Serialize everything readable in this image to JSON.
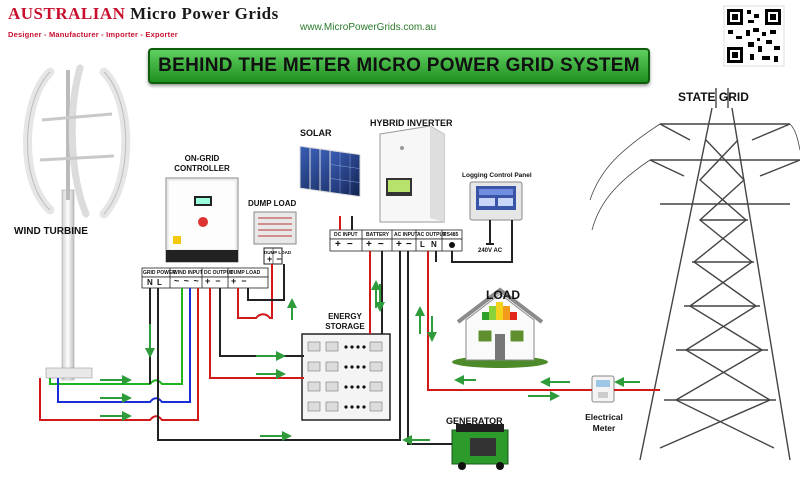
{
  "header": {
    "logo_brand": "AUSTRALIAN",
    "logo_name": "Micro Power Grids",
    "logo_tagline": "Designer - Manufacturer - Importer - Exporter",
    "website": "www.MicroPowerGrids.com.au",
    "title": "BEHIND THE METER MICRO POWER GRID SYSTEM"
  },
  "components": {
    "wind_turbine": "WIND TURBINE",
    "controller_line1": "ON-GRID",
    "controller_line2": "CONTROLLER",
    "dump_load": "DUMP LOAD",
    "solar": "SOLAR",
    "hybrid_inverter": "HYBRID INVERTER",
    "logging_panel": "Logging Control Panel",
    "state_grid": "STATE GRID",
    "load": "LOAD",
    "storage_line1": "ENERGY",
    "storage_line2": "STORAGE",
    "generator": "GENERATOR",
    "meter_line1": "Electrical",
    "meter_line2": "Meter",
    "ac_supply": "240V AC"
  },
  "controller_terminals": {
    "grid_power": "GRID POWER",
    "wind_input": "WIND INPUT",
    "dc_output": "DC OUTPUT",
    "dump_load": "DUMP LOAD",
    "n": "N",
    "l": "L"
  },
  "inverter_terminals": {
    "dc_input": "DC INPUT",
    "battery": "BATTERY",
    "ac_input": "AC INPUT",
    "ac_output": "AC OUTPUT",
    "rs485": "RS485",
    "l": "L",
    "n": "N"
  },
  "dump_load_terminal": "DUMP LOAD",
  "colors": {
    "wire_red": "#d21919",
    "wire_green": "#1fb31f",
    "wire_blue": "#1a2ed8",
    "wire_black": "#222222",
    "arrow_green": "#2e9c3a",
    "banner_green": "#2ea02e",
    "brand_red": "#c8102e"
  },
  "icons": [
    "qr-code-icon",
    "wind-turbine-icon",
    "controller-icon",
    "dump-load-icon",
    "solar-panel-icon",
    "inverter-icon",
    "control-panel-icon",
    "pylon-icon",
    "house-icon",
    "battery-bank-icon",
    "generator-icon",
    "meter-icon"
  ]
}
